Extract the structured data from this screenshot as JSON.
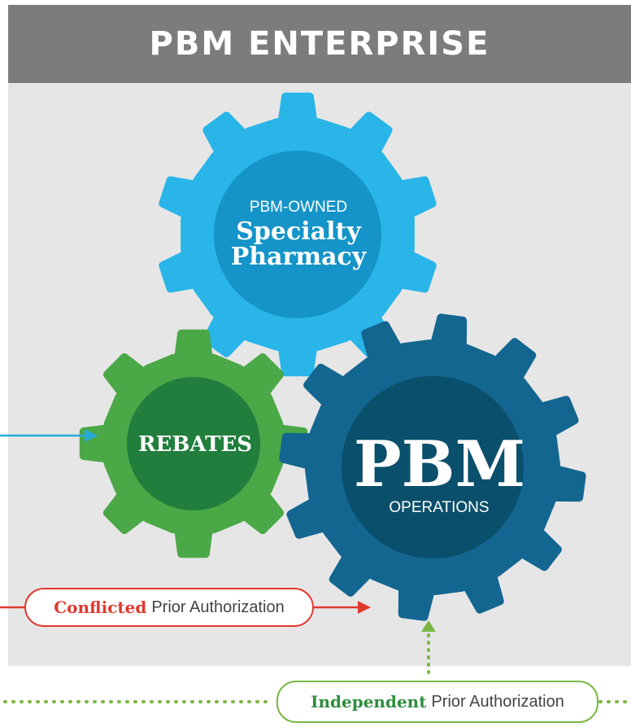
{
  "title": "PBM ENTERPRISE",
  "gears": {
    "specialty": {
      "top_label": "PBM-OWNED",
      "main_line1": "Specialty",
      "main_line2": "Pharmacy"
    },
    "rebates": {
      "label": "REBATES"
    },
    "pbm": {
      "main_label": "PBM",
      "sub_label": "OPERATIONS"
    }
  },
  "conflicted": {
    "bold": "Conflicted",
    "rest": "Prior Authorization"
  },
  "independent": {
    "bold": "Independent",
    "rest": "Prior Authorization"
  },
  "colors": {
    "header": "#7b7c7d",
    "panel": "#e6e6e7",
    "light_blue_gear": "#29b5e8",
    "light_blue_hub": "#1494c8",
    "green_gear": "#4ba847",
    "green_hub": "#217e3d",
    "dark_blue_gear": "#136690",
    "dark_blue_hub": "#0a4f6b",
    "red": "#e03a2f",
    "green_line": "#7bb842",
    "blue_line": "#2aa9d8"
  },
  "icons": [
    "gear-icon",
    "arrow-right-icon",
    "arrow-up-icon"
  ]
}
